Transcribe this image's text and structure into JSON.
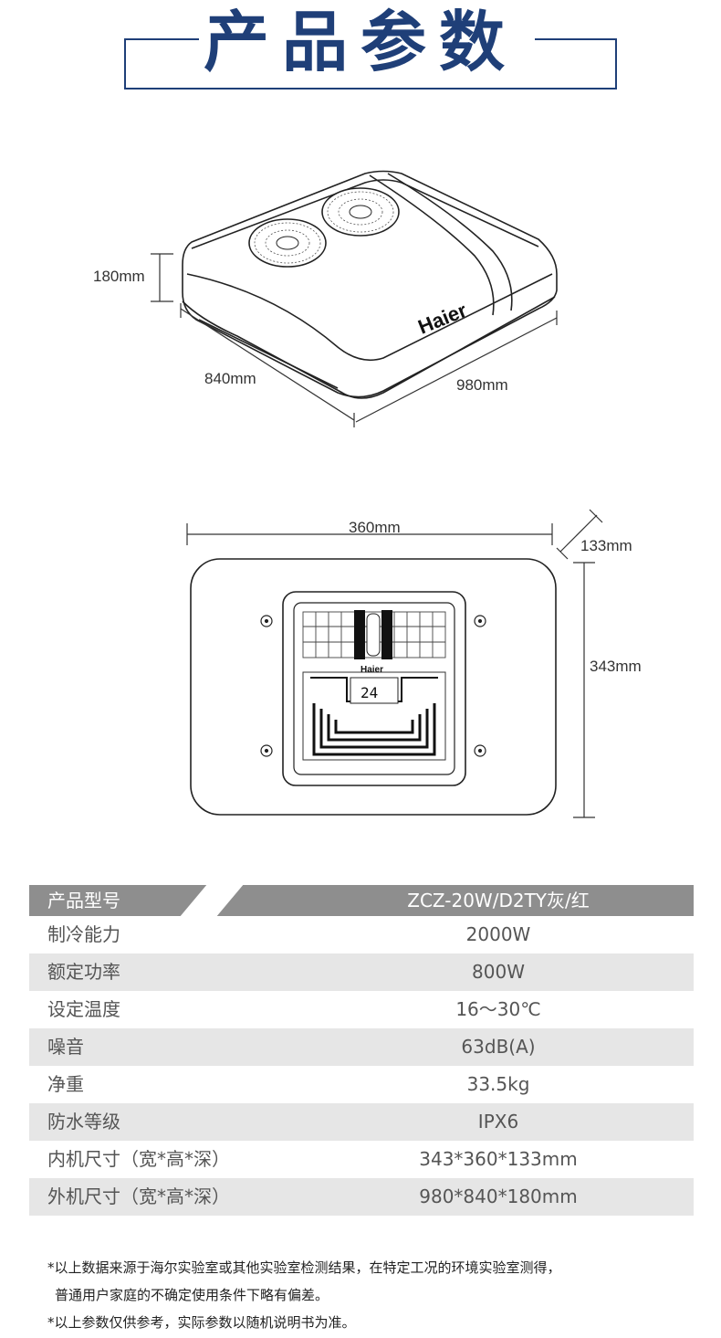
{
  "header": {
    "title": "产品参数"
  },
  "outdoor_unit": {
    "brand": "Haier",
    "height_label": "180mm",
    "depth_label": "840mm",
    "width_label": "980mm"
  },
  "indoor_unit": {
    "brand": "Haier",
    "display_value": "24",
    "width_label": "360mm",
    "depth_label": "133mm",
    "height_label": "343mm"
  },
  "specs": {
    "model_label": "产品型号",
    "model_value": "ZCZ-20W/D2TY灰/红",
    "rows": [
      {
        "label": "制冷能力",
        "value": "2000W"
      },
      {
        "label": "额定功率",
        "value": "800W"
      },
      {
        "label": "设定温度",
        "value": "16～30℃"
      },
      {
        "label": "噪音",
        "value": "63dB(A)"
      },
      {
        "label": "净重",
        "value": "33.5kg"
      },
      {
        "label": "防水等级",
        "value": "IPX6"
      },
      {
        "label": "内机尺寸（宽*高*深）",
        "value": "343*360*133mm"
      },
      {
        "label": "外机尺寸（宽*高*深）",
        "value": "980*840*180mm"
      }
    ]
  },
  "notes": [
    "*以上数据来源于海尔实验室或其他实验室检测结果，在特定工况的环境实验室测得，",
    "普通用户家庭的不确定使用条件下略有偏差。",
    "*以上参数仅供参考，实际参数以随机说明书为准。"
  ],
  "colors": {
    "title": "#1f3f78",
    "table_header": "#8e8e8e",
    "row_shade": "#e6e6e6"
  }
}
